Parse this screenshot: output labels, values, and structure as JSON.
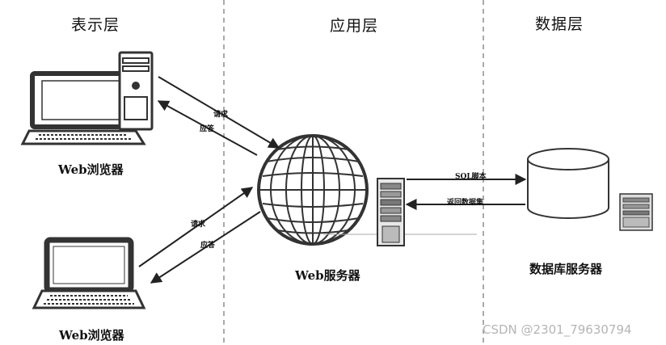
{
  "layers": {
    "presentation": "表示层",
    "application": "应用层",
    "data": "数据层"
  },
  "nodes": {
    "browser_desktop": "Web浏览器",
    "browser_laptop": "Web浏览器",
    "web_server": "Web服务器",
    "db_server": "数据库服务器"
  },
  "edges": {
    "desktop_request": "请求",
    "desktop_response": "应答",
    "laptop_request": "请求",
    "laptop_response": "应答",
    "sql_script": "SQL脚本",
    "return_dataset": "返回数据集"
  },
  "watermark": "CSDN @2301_79630794"
}
